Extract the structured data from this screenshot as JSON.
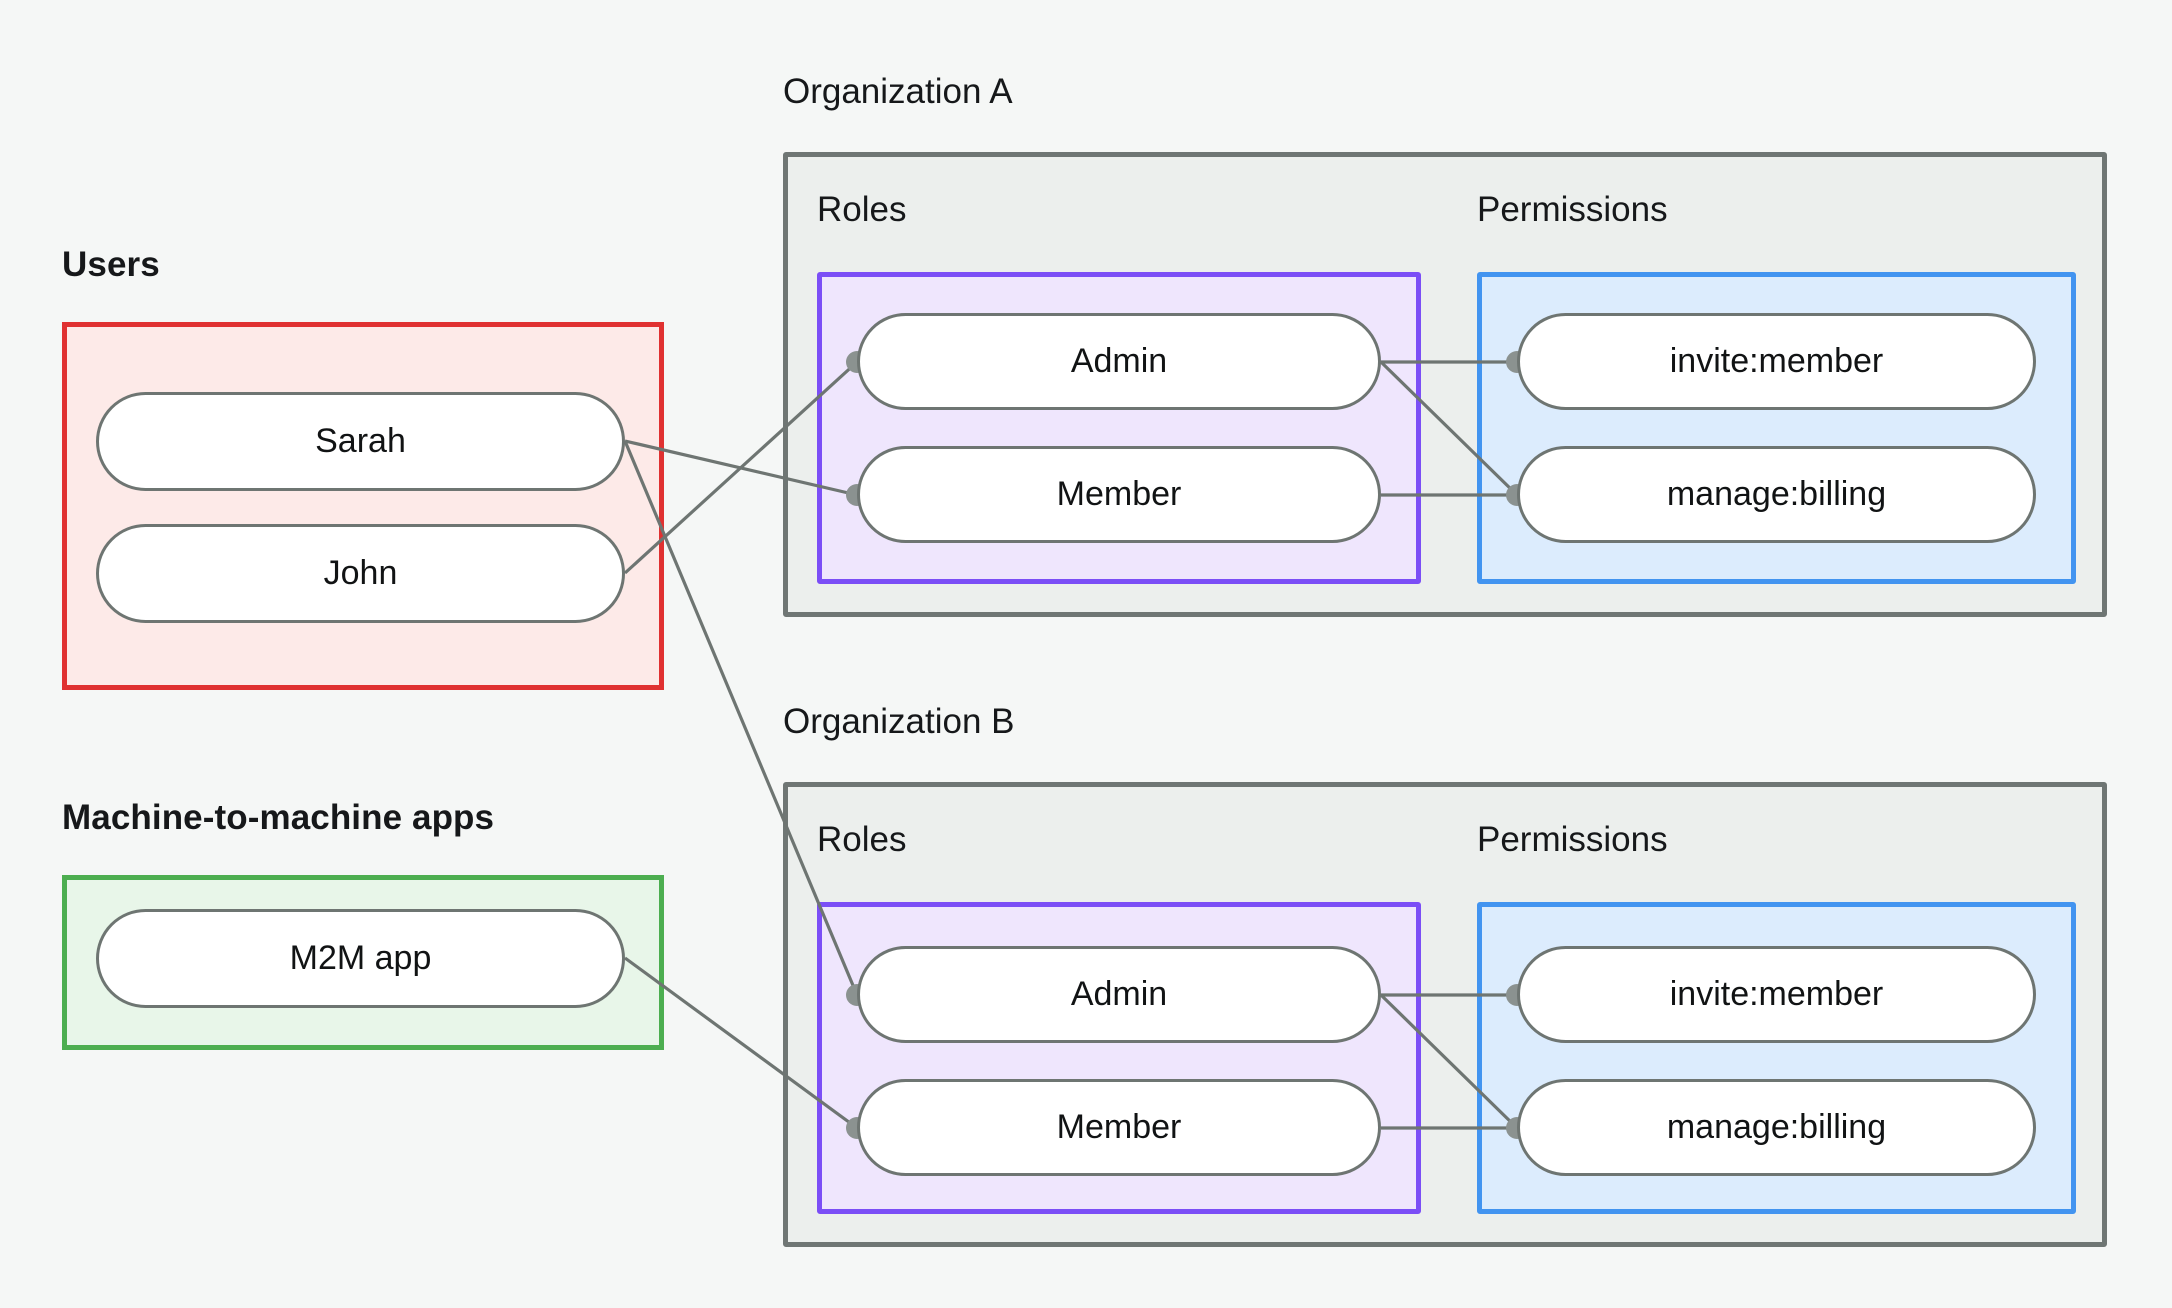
{
  "colors": {
    "background": "#f5f7f6",
    "users_border": "#e03131",
    "users_fill": "#fdeae8",
    "m2m_border": "#4cae50",
    "m2m_fill": "#e8f6e9",
    "org_border": "#6f7674",
    "org_fill": "#ecefed",
    "roles_border": "#7b4ef6",
    "roles_fill": "#efe6fd",
    "perms_border": "#4294f0",
    "perms_fill": "#dcecfd",
    "node_border": "#6e7572",
    "node_fill": "#ffffff",
    "edge": "#6e7572",
    "edge_dot": "#8b9290",
    "text": "#16181a"
  },
  "left_column": {
    "users_group": {
      "label": "Users",
      "nodes": [
        {
          "label": "Sarah"
        },
        {
          "label": "John"
        }
      ]
    },
    "m2m_group": {
      "label": "Machine-to-machine apps",
      "nodes": [
        {
          "label": "M2M app"
        }
      ]
    }
  },
  "organizations": [
    {
      "label": "Organization A",
      "roles_title": "Roles",
      "permissions_title": "Permissions",
      "roles": [
        {
          "label": "Admin"
        },
        {
          "label": "Member"
        }
      ],
      "permissions": [
        {
          "label": "invite:member"
        },
        {
          "label": "manage:billing"
        }
      ]
    },
    {
      "label": "Organization B",
      "roles_title": "Roles",
      "permissions_title": "Permissions",
      "roles": [
        {
          "label": "Admin"
        },
        {
          "label": "Member"
        }
      ],
      "permissions": [
        {
          "label": "invite:member"
        },
        {
          "label": "manage:billing"
        }
      ]
    }
  ],
  "connections": [
    {
      "from": "Sarah",
      "to": "Organization A / Member"
    },
    {
      "from": "Sarah",
      "to": "Organization B / Admin"
    },
    {
      "from": "John",
      "to": "Organization A / Admin"
    },
    {
      "from": "M2M app",
      "to": "Organization B / Member"
    },
    {
      "from": "Organization A / Admin",
      "to": "Organization A / invite:member"
    },
    {
      "from": "Organization A / Admin",
      "to": "Organization A / manage:billing"
    },
    {
      "from": "Organization A / Member",
      "to": "Organization A / manage:billing"
    },
    {
      "from": "Organization B / Admin",
      "to": "Organization B / invite:member"
    },
    {
      "from": "Organization B / Admin",
      "to": "Organization B / manage:billing"
    },
    {
      "from": "Organization B / Member",
      "to": "Organization B / manage:billing"
    }
  ]
}
